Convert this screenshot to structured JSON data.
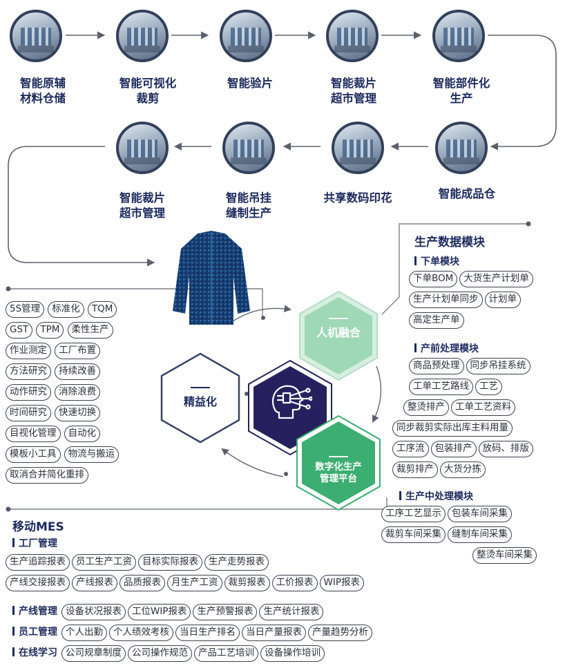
{
  "flow_steps": [
    {
      "label": "智能原辅\n材料仓储"
    },
    {
      "label": "智能可视化\n裁剪"
    },
    {
      "label": "智能验片"
    },
    {
      "label": "智能裁片\n超市管理"
    },
    {
      "label": "智能部件化\n生产"
    },
    {
      "label": "智能成品仓"
    },
    {
      "label": "共享数码印花"
    },
    {
      "label": "智能吊挂\n缝制生产"
    },
    {
      "label": "智能裁片\n超市管理"
    }
  ],
  "left_tags": [
    [
      "5S管理",
      "标准化",
      "TQM"
    ],
    [
      "GST",
      "TPM",
      "柔性生产"
    ],
    [
      "作业测定",
      "工厂布置"
    ],
    [
      "方法研究",
      "持续改善"
    ],
    [
      "动作研究",
      "消除浪费"
    ],
    [
      "时间研究",
      "快速切换"
    ],
    [
      "目视化管理",
      "自动化"
    ],
    [
      "模板小工具",
      "物流与搬运"
    ],
    [
      "取消合并简化重排"
    ]
  ],
  "hexagons": {
    "top": "人机融合",
    "left": "精益化",
    "bottom": "数字化生产\n管理平台",
    "center_icon": "brain-circuit-icon"
  },
  "production_data": {
    "title": "生产数据模块",
    "order_module": {
      "title": "下单模块",
      "rows": [
        [
          "下单BOM",
          "大货生产计划单"
        ],
        [
          "生产计划单同步",
          "计划单"
        ],
        [
          "高定生产单"
        ]
      ]
    },
    "pre_module": {
      "title": "产前处理模块",
      "rows": [
        [
          "商品预处理",
          "同步吊挂系统"
        ],
        [
          "工单工艺路线",
          "工艺"
        ],
        [
          "整烫排产",
          "工单工艺资料"
        ],
        [
          "同步裁剪实际出库主料用量"
        ],
        [
          "工序流",
          "包装排产",
          "放码、排版"
        ],
        [
          "裁剪排产",
          "大货分拣"
        ]
      ]
    },
    "mid_module": {
      "title": "生产中处理模块",
      "rows": [
        [
          "工序工艺显示",
          "包装车间采集"
        ],
        [
          "裁剪车间采集",
          "缝制车间采集"
        ],
        [
          "整烫车间采集"
        ]
      ]
    }
  },
  "mobile_mes": {
    "title": "移动MES",
    "factory": {
      "title": "工厂管理",
      "rows": [
        [
          "生产追踪报表",
          "员工生产工资",
          "目标实际报表",
          "生产走势报表"
        ],
        [
          "产线交接报表",
          "产线报表",
          "品质报表",
          "月生产工资",
          "裁剪报表",
          "工价报表",
          "WIP报表"
        ]
      ]
    },
    "line": {
      "title": "产线管理",
      "tags": [
        "设备状况报表",
        "工位WIP报表",
        "生产预警报表",
        "生产统计报表"
      ]
    },
    "staff": {
      "title": "员工管理",
      "tags": [
        "个人出勤",
        "个人绩效考核",
        "当日生产排名",
        "当日产量报表",
        "产量趋势分析"
      ]
    },
    "learning": {
      "title": "在线学习",
      "tags": [
        "公司规章制度",
        "公司操作规范",
        "产品工艺培训",
        "设备操作培训"
      ]
    }
  },
  "colors": {
    "navy": "#1d2a5c",
    "green": "#3cae72",
    "light_green": "#a9ddbf",
    "hex_center": "#26215e",
    "line": "#7a7f8a"
  }
}
